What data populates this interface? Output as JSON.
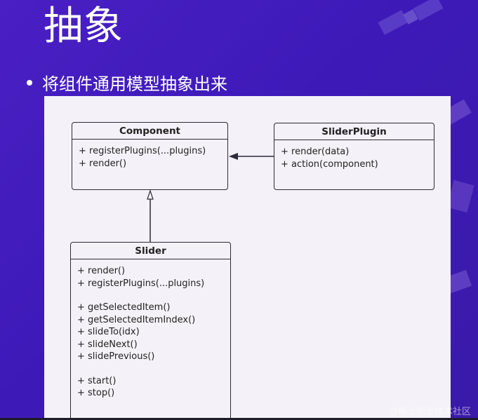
{
  "slide": {
    "title": "抽象",
    "bullet": "将组件通用模型抽象出来"
  },
  "diagram": {
    "component": {
      "name": "Component",
      "groups": [
        [
          "+ registerPlugins(...plugins)",
          "+ render()"
        ]
      ]
    },
    "slider_plugin": {
      "name": "SliderPlugin",
      "groups": [
        [
          "+ render(data)",
          "+ action(component)"
        ]
      ]
    },
    "slider": {
      "name": "Slider",
      "groups": [
        [
          "+ render()",
          "+ registerPlugins(...plugins)"
        ],
        [
          "+ getSelectedItem()",
          "+ getSelectedItemIndex()",
          "+ slideTo(idx)",
          "+ slideNext()",
          "+ slidePrevious()"
        ],
        [
          "+ start()",
          "+ stop()"
        ]
      ]
    },
    "relations": [
      {
        "from": "slider_plugin",
        "to": "component",
        "type": "association"
      },
      {
        "from": "slider",
        "to": "component",
        "type": "inheritance"
      }
    ]
  },
  "watermark": "@稀土掘金技术社区",
  "colors": {
    "background": "#4a1fc4",
    "panel": "#f4f1f8",
    "line": "#2b2b3a"
  }
}
